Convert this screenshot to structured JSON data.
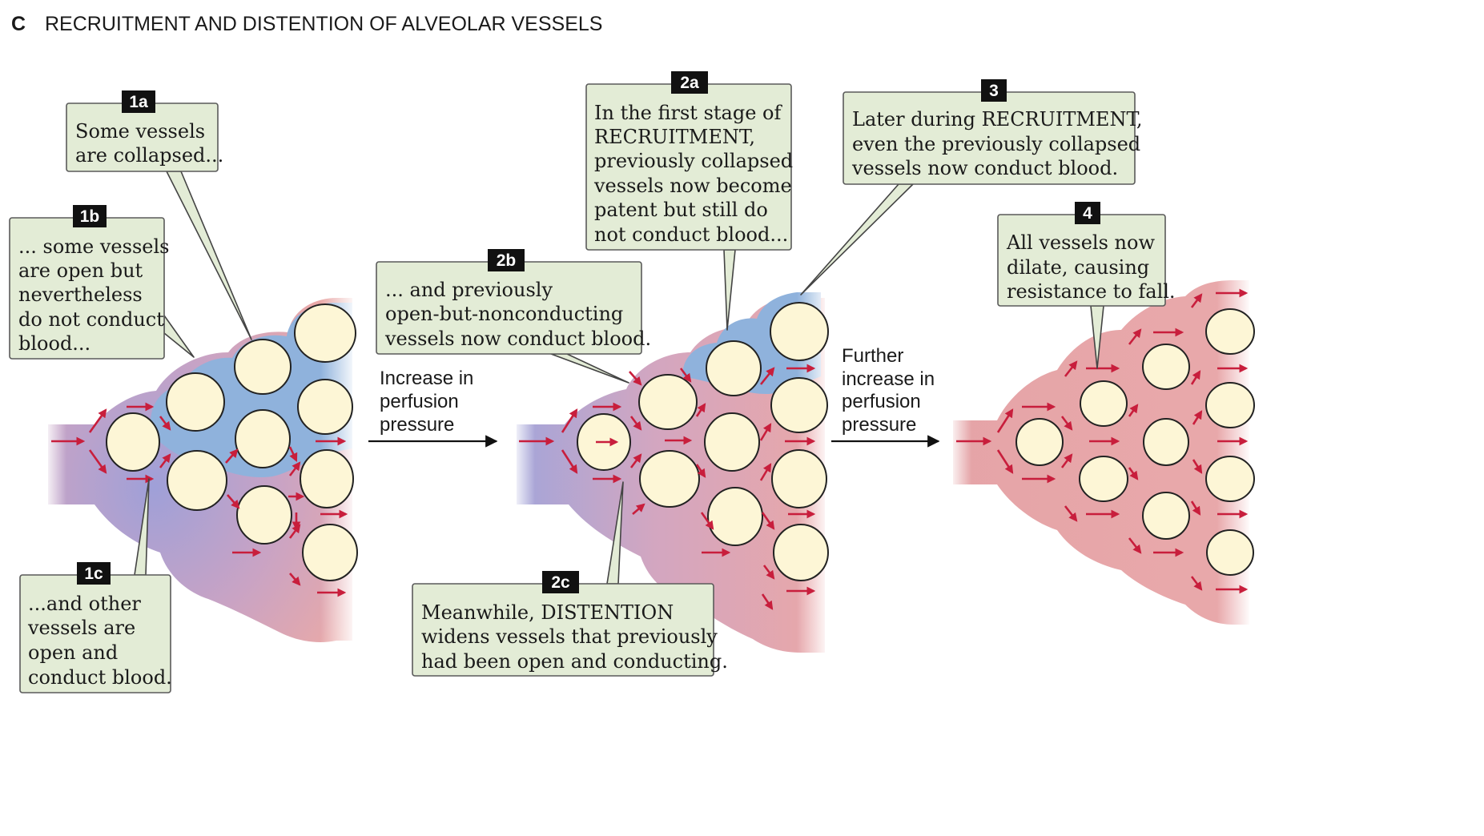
{
  "figure": {
    "panel_letter": "C",
    "title": "RECRUITMENT AND DISTENTION OF ALVEOLAR VESSELS"
  },
  "colors": {
    "callout_fill": "#e3ecd6",
    "callout_stroke": "#5a5a5a",
    "badge_fill": "#111111",
    "badge_text": "#ffffff",
    "collapsed_blue": "#8fb2dc",
    "venous_purple": "#a9a6d6",
    "perfused_red": "#e7a3a6",
    "alveolus_fill": "#fdf6d6",
    "alveolus_stroke": "#222222",
    "flow_arrow": "#c81e3c",
    "text": "#1a1a1a"
  },
  "callouts": [
    {
      "id": "1a",
      "lines": [
        "Some vessels",
        "are collapsed..."
      ]
    },
    {
      "id": "1b",
      "lines": [
        "... some vessels",
        "are open but",
        "nevertheless",
        "do not conduct",
        "blood..."
      ]
    },
    {
      "id": "1c",
      "lines": [
        "...and other",
        "vessels are",
        "open and",
        "conduct blood."
      ]
    },
    {
      "id": "2a",
      "lines": [
        "In the first stage of",
        "RECRUITMENT,",
        "previously collapsed",
        "vessels now become",
        "patent but still do",
        "not conduct blood..."
      ]
    },
    {
      "id": "2b",
      "lines": [
        "... and previously",
        "open-but-nonconducting",
        "vessels now conduct blood."
      ]
    },
    {
      "id": "2c",
      "lines": [
        "Meanwhile, DISTENTION",
        "widens vessels that previously",
        "had been open and conducting."
      ]
    },
    {
      "id": "3",
      "lines": [
        "Later during RECRUITMENT,",
        "even the previously collapsed",
        "vessels now conduct blood."
      ]
    },
    {
      "id": "4",
      "lines": [
        "All vessels now",
        "dilate, causing",
        "resistance to fall."
      ]
    }
  ],
  "transitions": [
    {
      "id": "t1",
      "lines": [
        "Increase in",
        "perfusion",
        "pressure"
      ]
    },
    {
      "id": "t2",
      "lines": [
        "Further",
        "increase in",
        "perfusion",
        "pressure"
      ]
    }
  ],
  "stages": [
    {
      "id": "initial",
      "blue_region": "large",
      "perfusion": "partial"
    },
    {
      "id": "recruitment",
      "blue_region": "small",
      "perfusion": "most"
    },
    {
      "id": "distention",
      "blue_region": "none",
      "perfusion": "all"
    }
  ]
}
